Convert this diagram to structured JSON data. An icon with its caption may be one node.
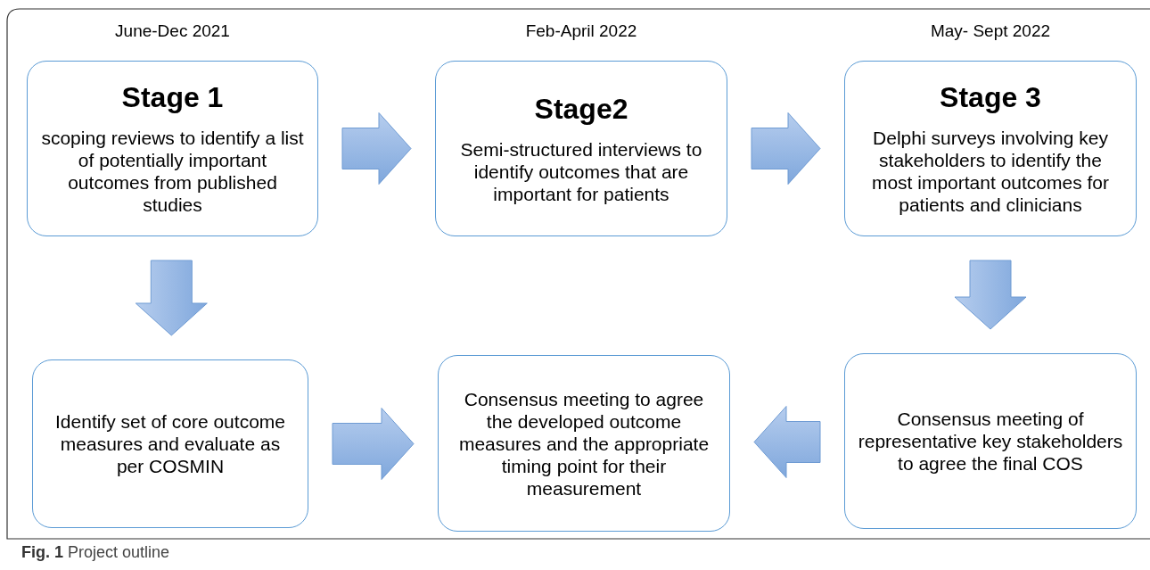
{
  "diagram": {
    "caption": "**Fig. 1** Project outline",
    "nodes": [
      {
        "text": [
          "Stage 1",
          "scoping reviews to  identify a list of potentially important outcomes from published studies"
        ],
        "beside": [
          "June-Dec 2021"
        ]
      },
      {
        "text": [
          "Stage2",
          "Semi-structured interviews to identify outcomes that are important for patients"
        ],
        "beside": [
          "Feb-April 2022"
        ]
      },
      {
        "text": [
          "Stage 3",
          "Delphi surveys involving key stakeholders to identify the most important outcomes for patients and clinicians"
        ],
        "beside": [
          "May- Sept 2022"
        ]
      },
      {
        "text": [
          "Identify set of core outcome measures and evaluate as per COSMIN"
        ]
      },
      {
        "text": [
          "Consensus meeting to agree the developed outcome measures and the appropriate timing point for their measurement"
        ]
      },
      {
        "text": [
          "Consensus meeting of representative key stakeholders  to agree the final COS"
        ]
      }
    ],
    "edges": [
      {
        "from": 0,
        "to": 1,
        "arrow": "to"
      },
      {
        "from": 1,
        "to": 2,
        "arrow": "to"
      },
      {
        "from": 0,
        "to": 3,
        "arrow": "to"
      },
      {
        "from": 2,
        "to": 5,
        "arrow": "to"
      },
      {
        "from": 5,
        "to": 4,
        "arrow": "to"
      },
      {
        "from": 3,
        "to": 4,
        "arrow": "to"
      }
    ]
  }
}
